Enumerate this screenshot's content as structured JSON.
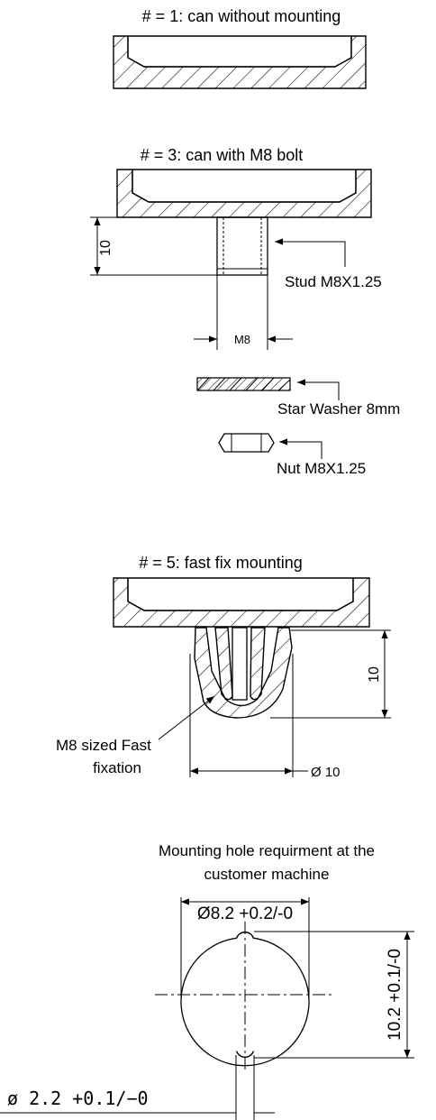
{
  "section1": {
    "caption": "# = 1: can without mounting"
  },
  "section3": {
    "caption": "# = 3: can with M8 bolt",
    "dim_length": "10",
    "stud_label": "Stud M8X1.25",
    "dim_thread": "M8",
    "washer_label": "Star Washer 8mm",
    "nut_label": "Nut M8X1.25"
  },
  "section5": {
    "caption": "# = 5: fast fix mounting",
    "dim_length": "10",
    "fixation_label_line1": "M8 sized Fast",
    "fixation_label_line2": "fixation",
    "dim_diameter": "Ø 10"
  },
  "hole": {
    "title_line1": "Mounting hole requirment at the",
    "title_line2": "customer machine",
    "dim_diameter": "Ø8.2 +0.2/-0",
    "dim_height": "10.2 +0.1/-0",
    "dim_slot": "ø 2.2 +0.1/−0"
  }
}
